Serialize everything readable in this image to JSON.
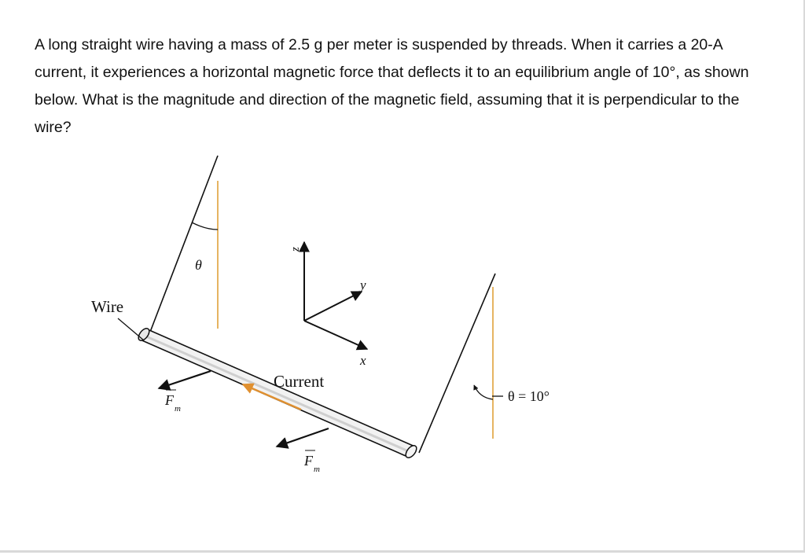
{
  "question": {
    "text": "A long straight wire having a mass of 2.5 g per meter is suspended by threads. When it carries a 20-A current, it experiences a horizontal magnetic force that deflects it to an equilibrium angle of 10°, as shown below. What is the magnitude and direction of the magnetic field, assuming that it is perpendicular to the wire?"
  },
  "diagram": {
    "wire_label": "Wire",
    "current_label": "Current",
    "theta_symbol": "θ",
    "theta_value_label": "θ = 10°",
    "axis_z": "z",
    "axis_y": "y",
    "axis_x": "x",
    "force_symbol": "F",
    "force_subscript": "m",
    "colors": {
      "thread_vertical": "#e0a23a",
      "current_arrow": "#e09030",
      "line": "#111111",
      "wire_fill": "#f2f2f2"
    }
  }
}
